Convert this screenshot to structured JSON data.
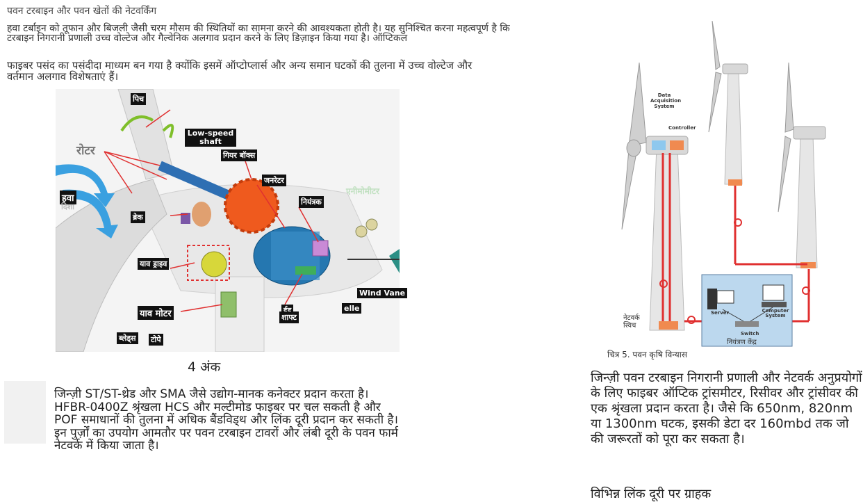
{
  "page": {
    "title": "पवन टरबाइन और पवन खेतों की नेटवर्किंग",
    "intro_lines": "हवा टर्बाइन को तूफान और बिजली जैसी चरम मौसम की स्थितियों का सामना करने की आवश्यकता होती है। यह सुनिश्चित करना महत्वपूर्ण है कि टरबाइन निगरानी प्रणाली उच्च वोल्टेज और गैल्वेनिक अलगाव प्रदान करने के लिए डिज़ाइन किया गया है। ऑप्टिकल",
    "intro_cont": "फाइबर पसंद का पसंदीदा माध्यम बन गया है क्योंकि इसमें ऑप्टोप्लार्स और अन्य समान घटकों की तुलना में उच्च वोल्टेज और वर्तमान अलगाव विशेषताएं हैं।",
    "fig4_caption": "4 अंक",
    "left_paragraph": "जिन्ज़ी ST/ST-थ्रेड और SMA जैसे उद्योग-मानक कनेक्टर प्रदान करता है। HFBR-0400Z श्रृंखला HCS और मल्टीमोड फाइबर पर चल सकती है और POF समाधानों की तुलना में अधिक बैंडविड्थ और लिंक दूरी प्रदान कर सकती है। इन पुर्ज़ों का उपयोग आमतौर पर पवन टरबाइन टावरों और लंबी दूरी के पवन फार्म नेटवर्क में किया जाता है।",
    "fig5_caption": "चित्र 5. पवन कृषि विन्यास",
    "right_paragraph": "जिन्ज़ी पवन टरबाइन निगरानी प्रणाली और नेटवर्क अनुप्रयोगों के लिए फाइबर ऑप्टिक ट्रांसमीटर, रिसीवर और ट्रांसीवर की एक श्रृंखला प्रदान करता है। जैसे कि 650nm, 820nm या 1300nm घटक, इसकी डेटा दर 160mbd तक जो की जरूरतों को पूरा कर सकता है।",
    "right_subheading": "विभिन्न लिंक दूरी पर ग्राहक"
  },
  "fig4": {
    "labels": {
      "pitch": "पिच",
      "rotor": "रोटर",
      "low_speed_shaft": "Low-speed shaft",
      "gearbox": "गियर बॉक्स",
      "generator": "जनरेटर",
      "anemometer": "एनीमोमीटर",
      "controller": "नियंत्रक",
      "wind": "हवा",
      "wind_dir": "दिशा",
      "brake": "ब्रेक",
      "yaw_drive": "याव ड्राइव",
      "yaw_motor": "याव मोटर",
      "high_speed_shaft": "शाफ्ट",
      "hss_partial": "ईड",
      "nacelle": "elle",
      "wind_vane": "Wind Vane",
      "blades": "ब्लेड्स",
      "tower": "टोपे"
    }
  },
  "fig5": {
    "labels": {
      "daq": "Data Acquisition System",
      "controller": "Controller",
      "network_switch": "नेटवर्क स्विच",
      "server": "Server",
      "computer_system": "Computer System",
      "switch": "Switch",
      "control_center": "नियंत्रण केंद्र"
    }
  },
  "colors": {
    "fiber": "#e03030",
    "control_box": "#bcd8ee",
    "tower": "#e6e6e6",
    "wind_arrow": "#3aa0e0"
  }
}
